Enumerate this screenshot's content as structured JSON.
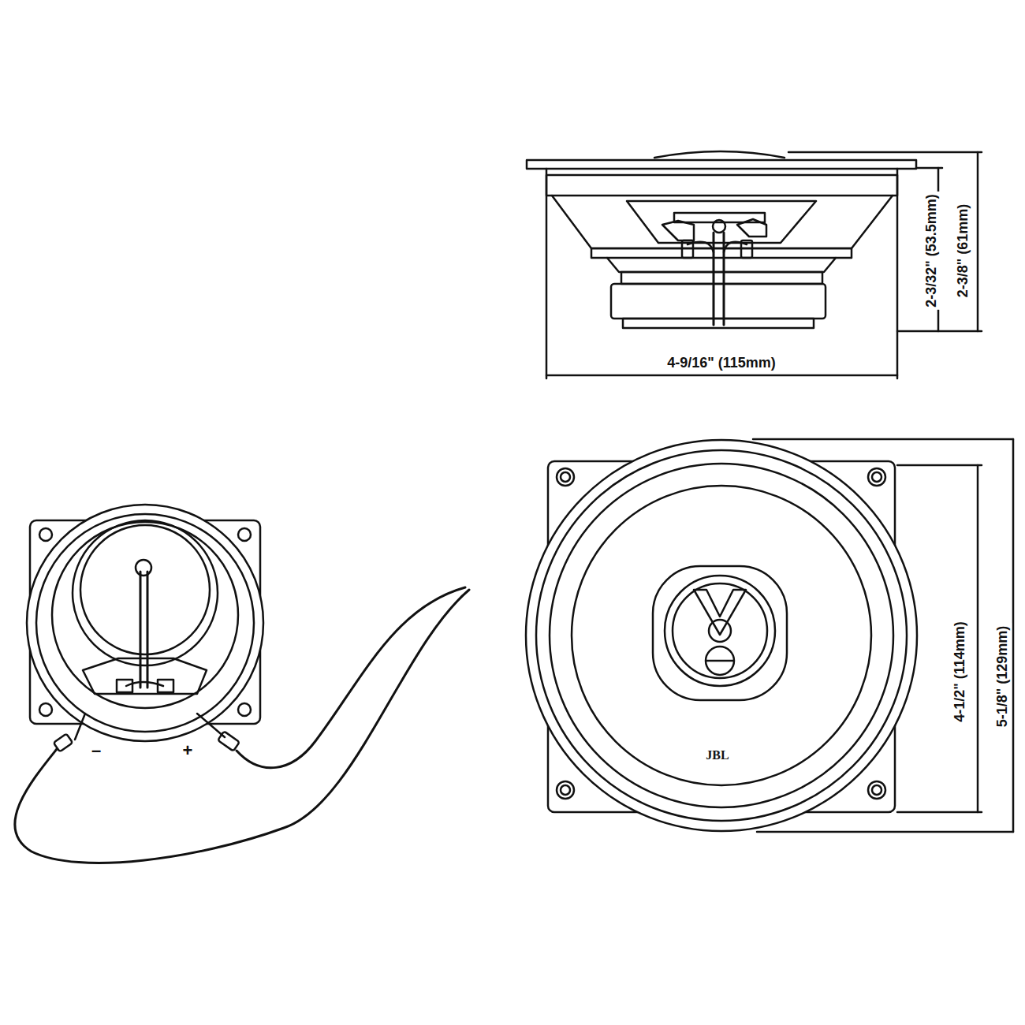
{
  "diagram": {
    "labels": [
      "2-3/32\" (53.5mm)",
      "2-3/8\" (61mm)",
      "4-9/16\" (115mm)",
      "4-1/2\" (114mm)",
      "5-1/8\" (129mm)",
      "JBL",
      "–",
      "+"
    ]
  }
}
